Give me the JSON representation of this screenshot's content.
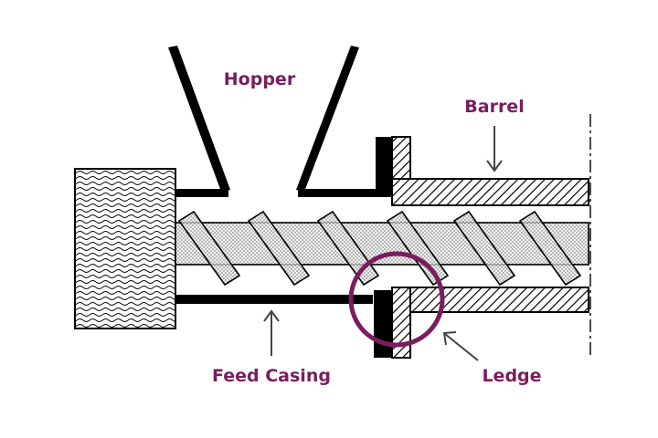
{
  "labels": {
    "hopper": "Hopper",
    "barrel": "Barrel",
    "feed_casing": "Feed Casing",
    "ledge": "Ledge"
  },
  "colors": {
    "label_text": "#7a1d5e",
    "highlight_circle": "#7a1d5e",
    "outline": "#000000",
    "screw_fill": "#f4f4f4",
    "stipple_dot": "#333333",
    "background": "#ffffff"
  },
  "highlight": "ledge"
}
